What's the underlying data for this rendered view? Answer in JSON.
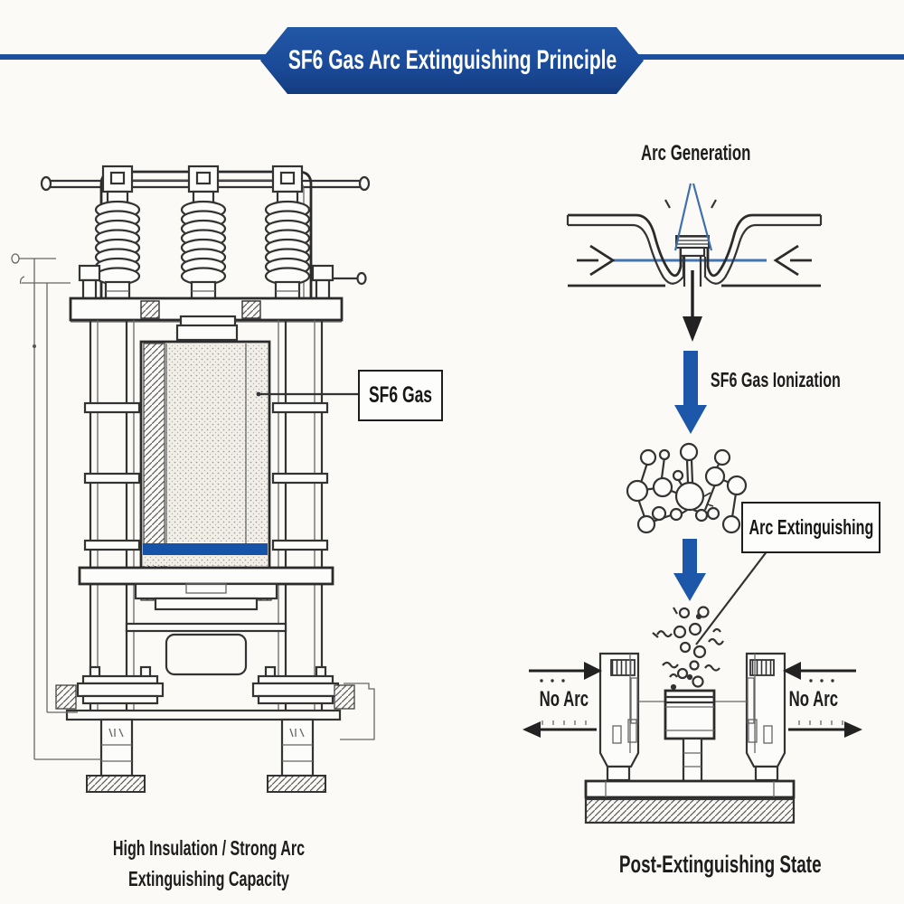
{
  "banner": {
    "title": "SF6 Gas Arc Extinguishing Principle"
  },
  "colors": {
    "banner_blue": "#1b4c9d",
    "banner_blue_dark": "#123a7e",
    "line_blue": "#1d4f9f",
    "arrow_blue": "#1d57aa",
    "contact_line_blue": "#4274b4",
    "arc_blue": "#3f6fae",
    "gas_band_blue": "#1553a8",
    "ink": "#2a2a2a"
  },
  "left_figure": {
    "label": "SF6 Gas",
    "caption_line1": "High Insulation / Strong Arc",
    "caption_line2": "Extinguishing Capacity"
  },
  "flow": {
    "step1_title": "Arc Generation",
    "step2_label": "SF6 Gas Ionization",
    "step3_label": "Arc Extinguishing",
    "no_arc_left": "No Arc",
    "no_arc_right": "No Arc",
    "caption": "Post-Extinguishing State"
  }
}
